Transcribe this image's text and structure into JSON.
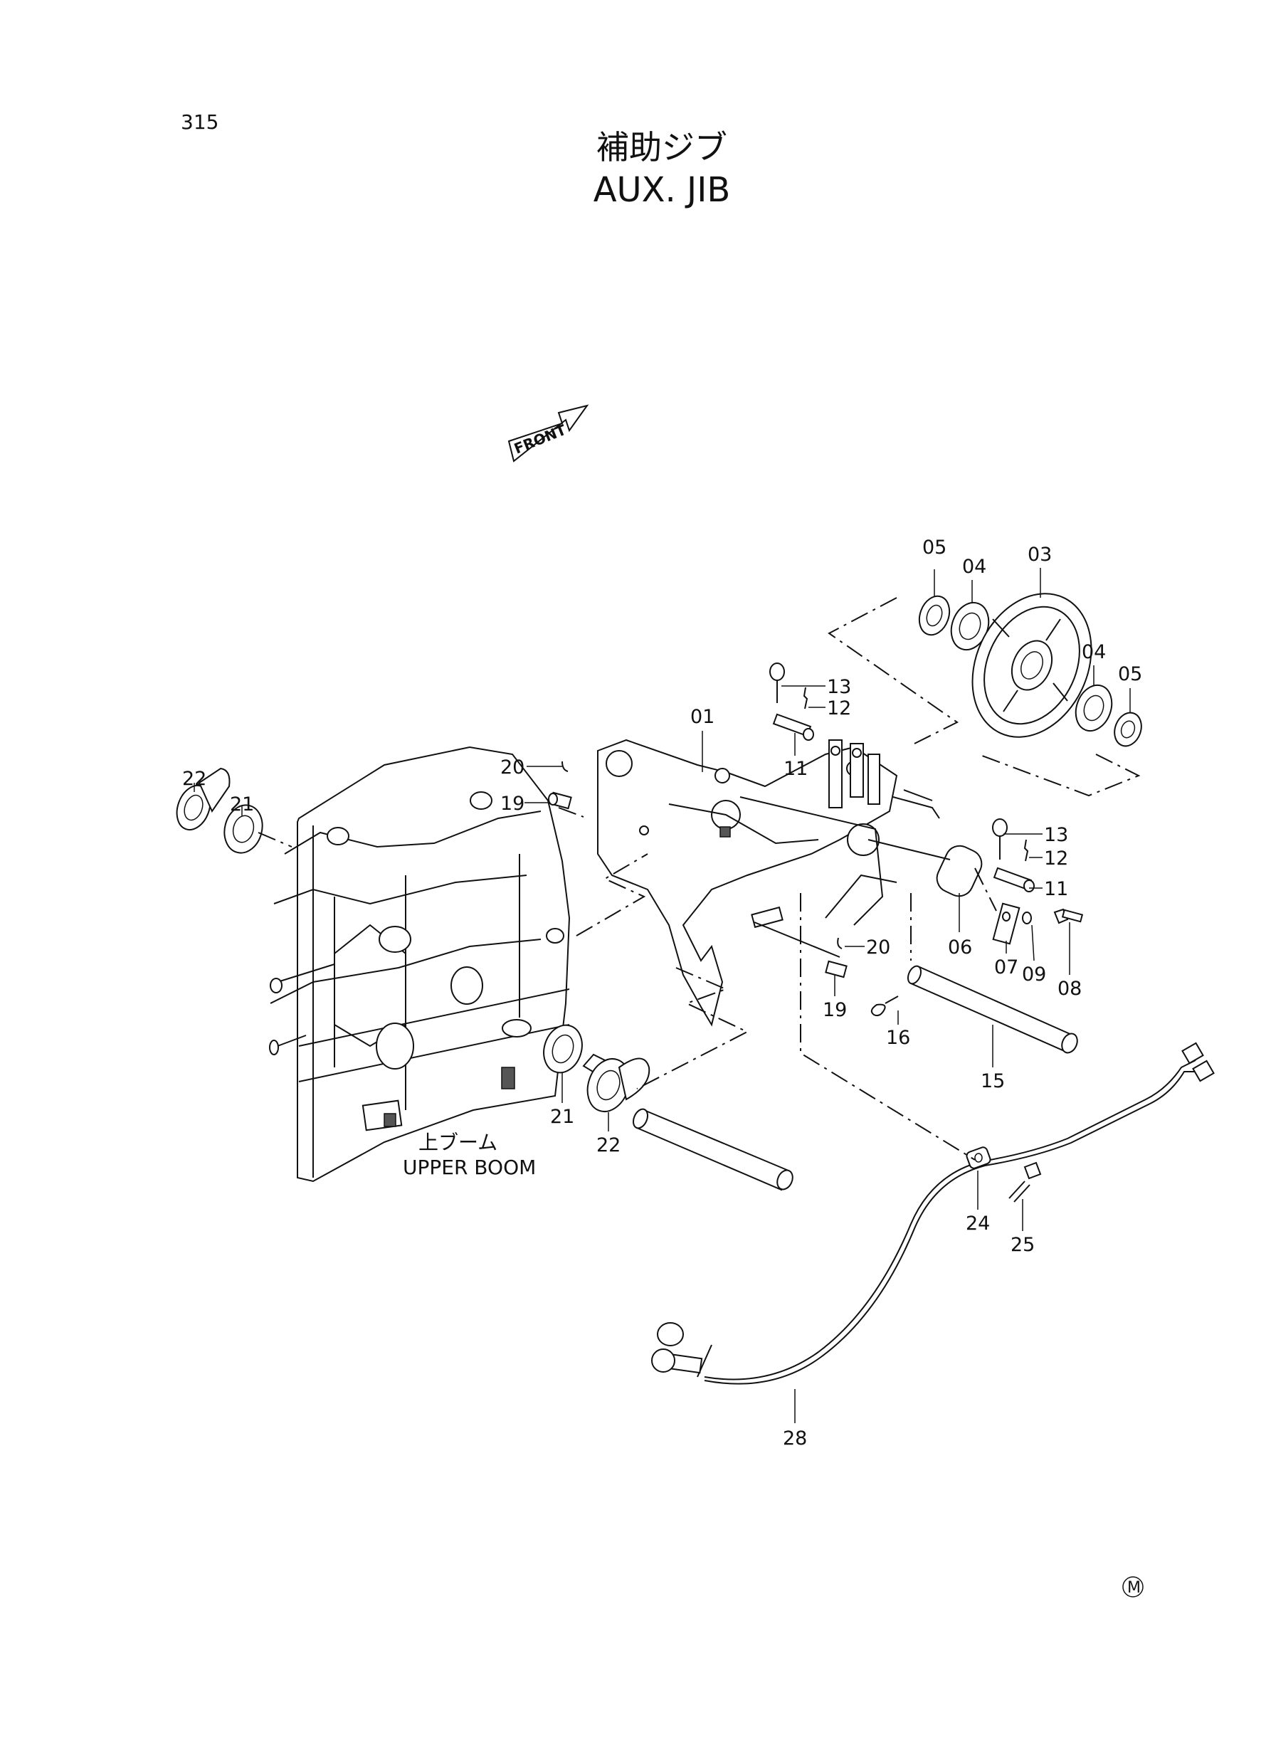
{
  "page_number": "315",
  "title": {
    "japanese": "補助ジブ",
    "english": "AUX. JIB"
  },
  "front_arrow": "FRONT",
  "assembly_caption": {
    "japanese": "上ブーム",
    "english": "UPPER BOOM"
  },
  "callouts": [
    "05",
    "04",
    "03",
    "04",
    "05",
    "13",
    "12",
    "11",
    "01",
    "20",
    "19",
    "22",
    "21",
    "13",
    "12",
    "11",
    "06",
    "07",
    "09",
    "08",
    "20",
    "19",
    "16",
    "15",
    "21",
    "22",
    "24",
    "25",
    "28"
  ],
  "corner_mark": "M"
}
